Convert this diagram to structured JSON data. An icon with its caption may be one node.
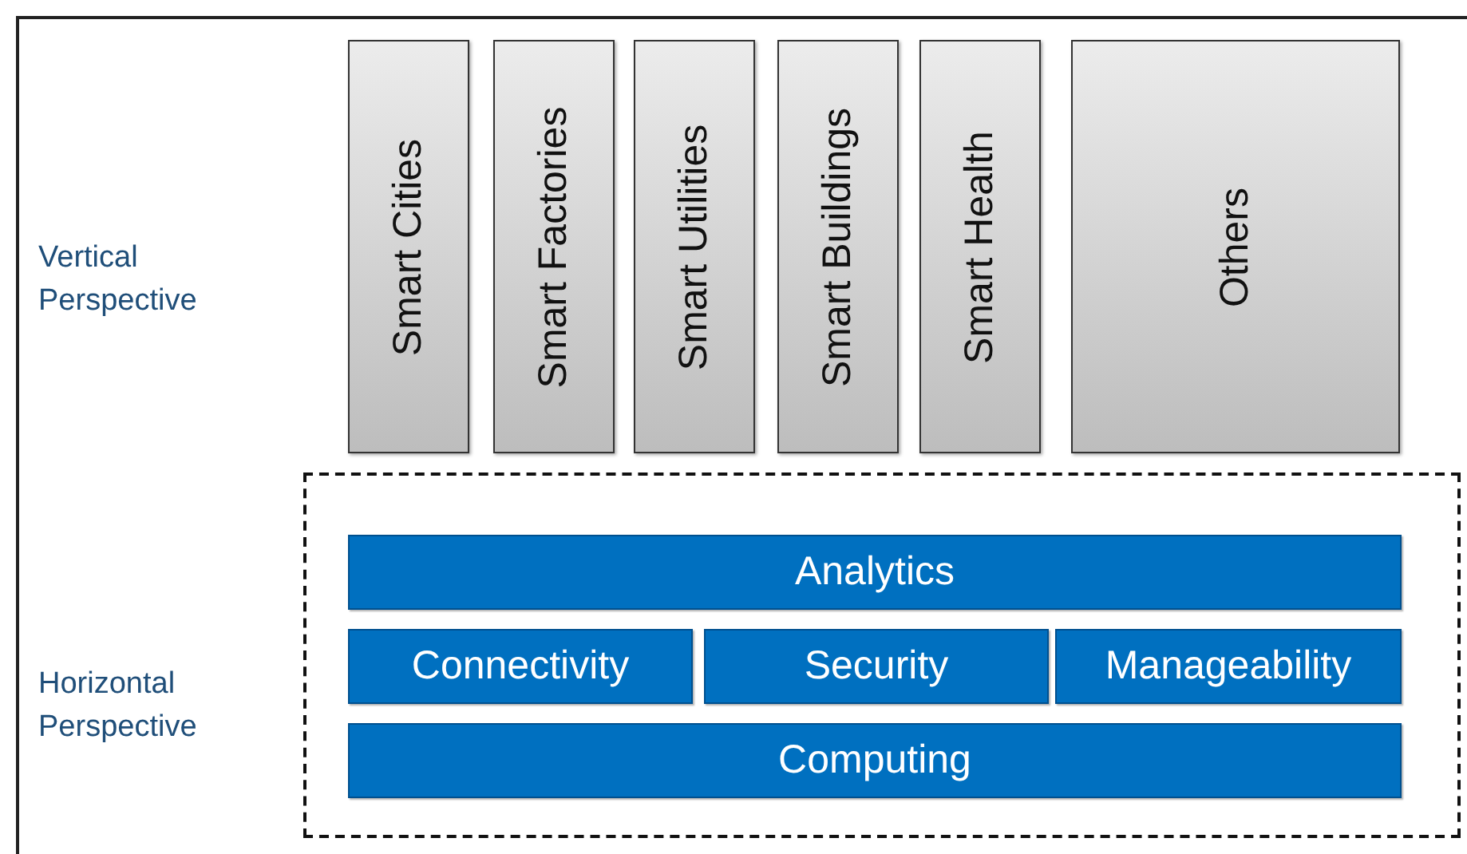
{
  "diagram": {
    "nodes": [
      {
        "text": [
          "Smart Cities"
        ]
      },
      {
        "text": [
          "Smart Factories"
        ]
      },
      {
        "text": [
          "Smart Utilities"
        ]
      },
      {
        "text": [
          "Smart Buildings"
        ]
      },
      {
        "text": [
          "Smart Health"
        ]
      },
      {
        "text": [
          "Others"
        ]
      },
      {
        "text": [],
        "shape": "box"
      },
      {
        "text": [
          "Analytics"
        ],
        "in": 6
      },
      {
        "text": [
          "Connectivity"
        ],
        "in": 6
      },
      {
        "text": [
          "Security"
        ],
        "in": 6
      },
      {
        "text": [
          "Manageability"
        ],
        "in": 6
      },
      {
        "text": [
          "Computing"
        ],
        "in": 6
      }
    ],
    "labels": [
      "Vertical Perspective",
      "Horizontal Perspective"
    ]
  }
}
